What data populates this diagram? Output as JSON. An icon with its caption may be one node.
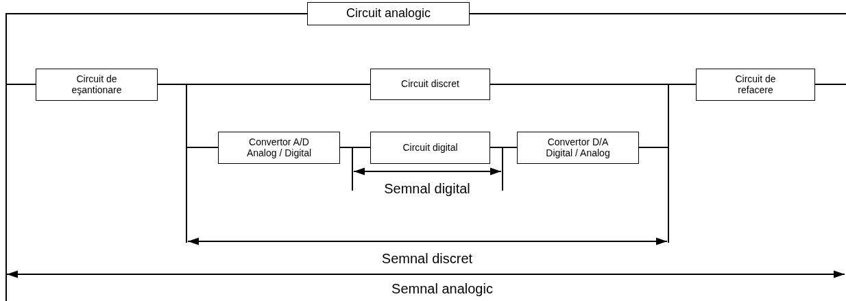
{
  "diagram": {
    "nodes": [
      {
        "text": [
          "Circuit analogic"
        ]
      },
      {
        "text": [
          "Circuit de eşantionare"
        ]
      },
      {
        "text": [
          "Circuit discret"
        ]
      },
      {
        "text": [
          "Circuit de refacere"
        ]
      },
      {
        "text": [
          "Convertor A/D Analog / Digital"
        ]
      },
      {
        "text": [
          "Circuit digital"
        ]
      },
      {
        "text": [
          "Convertor D/A Digital / Analog"
        ]
      }
    ],
    "edges": [
      {
        "from": 0,
        "to": 1,
        "arrow": "none"
      },
      {
        "from": 1,
        "to": 2,
        "arrow": "none"
      },
      {
        "from": 2,
        "to": 4,
        "arrow": "none"
      },
      {
        "from": 2,
        "to": 6,
        "arrow": "none"
      },
      {
        "from": 2,
        "to": 3,
        "arrow": "none"
      },
      {
        "from": 4,
        "to": 5,
        "arrow": "none"
      },
      {
        "from": 5,
        "to": 6,
        "arrow": "none"
      }
    ],
    "labels": [
      "Semnal digital",
      "Semnal discret",
      "Semnal analogic"
    ]
  }
}
